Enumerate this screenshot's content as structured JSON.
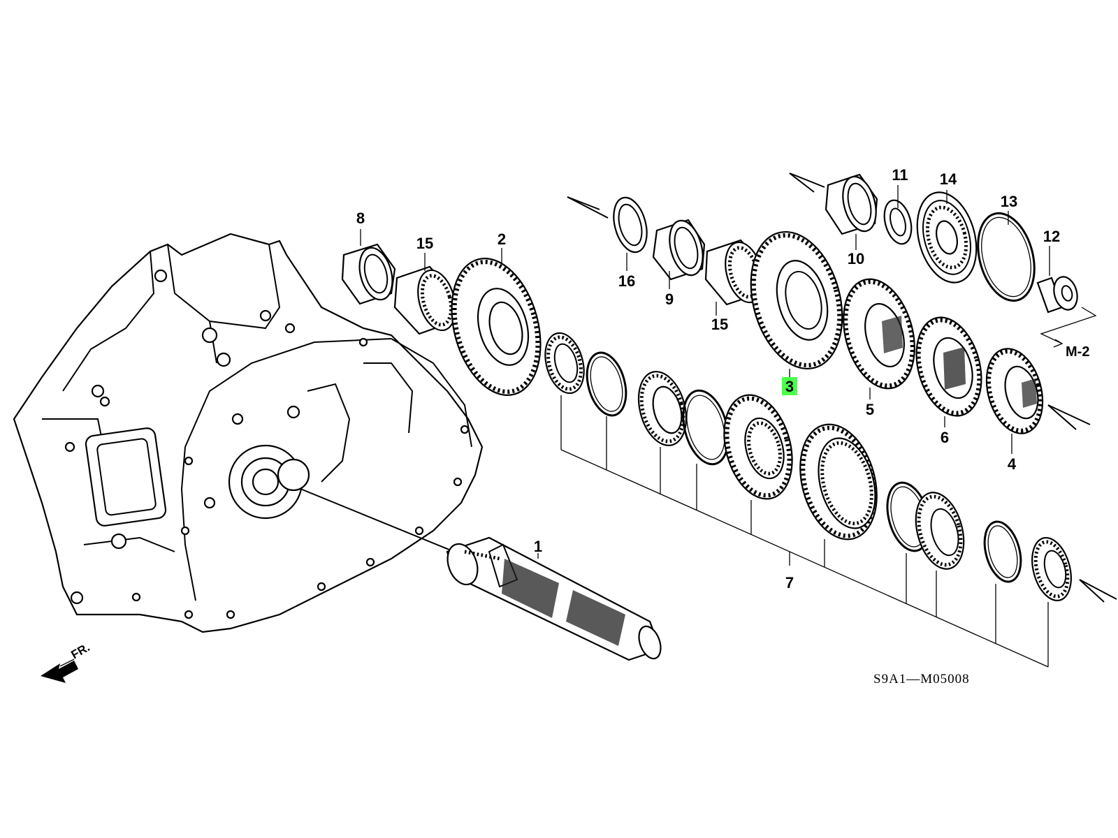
{
  "diagram": {
    "reference_code": "S9A1—M05008",
    "direction_label": "FR.",
    "continuation_ref": "M-2",
    "highlighted_part": "3",
    "highlight_color": "#49ff49",
    "parts": {
      "p1": "1",
      "p2": "2",
      "p3": "3",
      "p4": "4",
      "p5": "5",
      "p6": "6",
      "p7": "7",
      "p8": "8",
      "p9": "9",
      "p10": "10",
      "p11": "11",
      "p12": "12",
      "p13": "13",
      "p14": "14",
      "p15a": "15",
      "p15b": "15",
      "p16": "16"
    }
  }
}
